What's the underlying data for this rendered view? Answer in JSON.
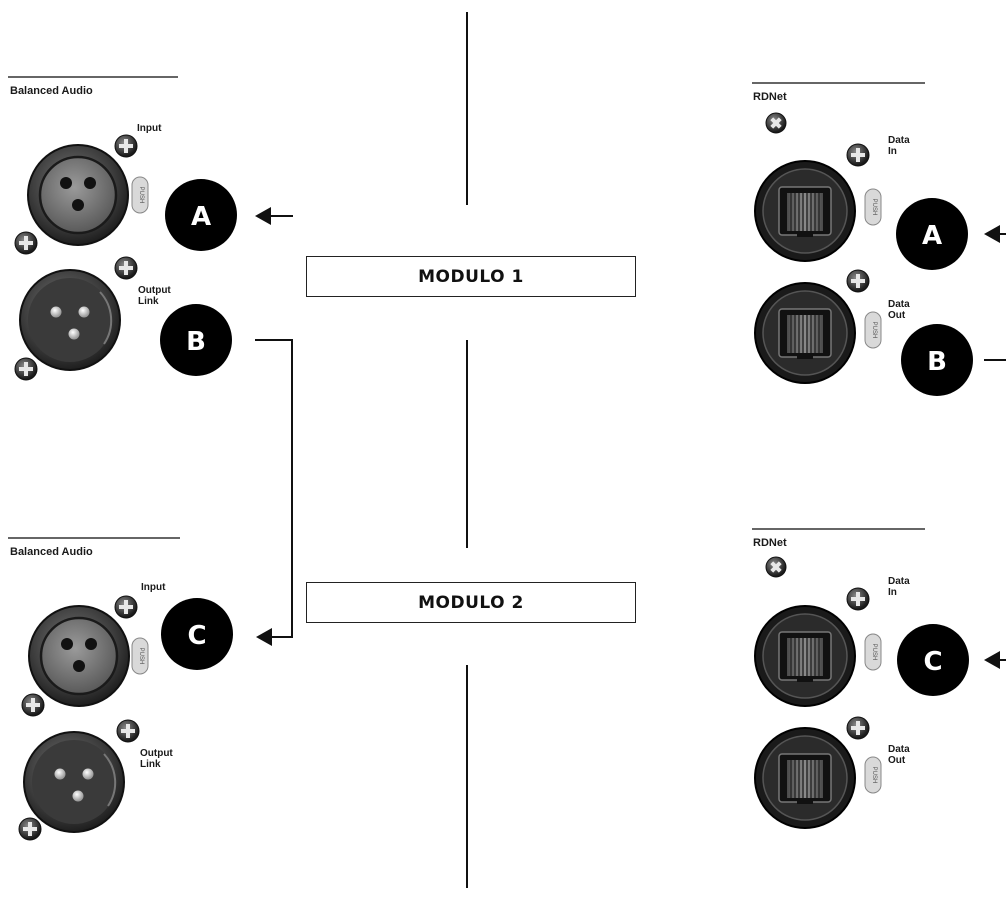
{
  "left_panel_1": {
    "section_title": "Balanced Audio",
    "input_label": "Input",
    "output_label_line1": "Output",
    "output_label_line2": "Link",
    "push_label": "PUSH"
  },
  "left_panel_2": {
    "section_title": "Balanced Audio",
    "input_label": "Input",
    "output_label_line1": "Output",
    "output_label_line2": "Link",
    "push_label": "PUSH"
  },
  "right_panel_1": {
    "section_title": "RDNet",
    "data_in_line1": "Data",
    "data_in_line2": "In",
    "data_out_line1": "Data",
    "data_out_line2": "Out",
    "push_label": "PUSH"
  },
  "right_panel_2": {
    "section_title": "RDNet",
    "data_in_line1": "Data",
    "data_in_line2": "In",
    "data_out_line1": "Data",
    "data_out_line2": "Out",
    "push_label": "PUSH"
  },
  "badges": {
    "a": "A",
    "b": "B",
    "c": "C"
  },
  "modules": {
    "module_1": "MODULO 1",
    "module_2": "MODULO 2"
  }
}
